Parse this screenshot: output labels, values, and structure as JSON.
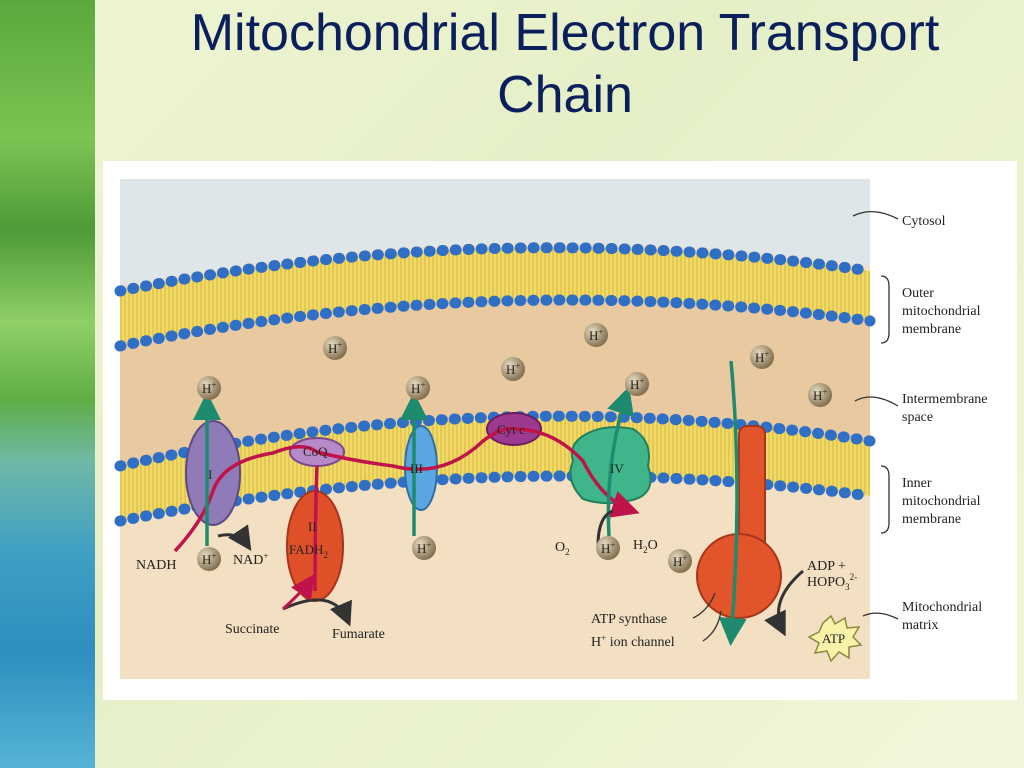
{
  "slide": {
    "title_line1": "Mitochondrial Electron Transport",
    "title_line2": "Chain"
  },
  "diagram": {
    "side_labels": {
      "cytosol": "Cytosol",
      "outer_1": "Outer",
      "outer_2": "mitochondrial",
      "outer_3": "membrane",
      "inter_1": "Intermembrane",
      "inter_2": "space",
      "inner_1": "Inner",
      "inner_2": "mitochondrial",
      "inner_3": "membrane",
      "matrix_1": "Mitochondrial",
      "matrix_2": "matrix"
    },
    "complexes": {
      "c1": "I",
      "c2": "II",
      "c3": "III",
      "c4": "IV",
      "coq": "CoQ",
      "cytc": "Cyt c",
      "fadh": "FADH",
      "fadh_sub": "2"
    },
    "proton": "H",
    "proton_sup": "+",
    "matrix_labels": {
      "nadh": "NADH",
      "nad": "NAD",
      "nad_sup": "+",
      "o2": "O",
      "o2_sub": "2",
      "h2o_h": "H",
      "h2o_sub": "2",
      "h2o_o": "O",
      "succinate": "Succinate",
      "fumarate": "Fumarate",
      "adp_1": "ADP +",
      "adp_2": "HOPO",
      "adp_sub": "3",
      "adp_sup": "2-",
      "atp": "ATP",
      "synthase": "ATP synthase",
      "channel_h": "H",
      "channel_sup": "+",
      "channel_rest": " ion channel"
    },
    "colors": {
      "membrane_lipid": "#f2d96a",
      "head_group": "#2f6fc6",
      "electron_path": "#c0134a",
      "proton_path": "#1e8a6e",
      "complex1": "#8e7bb8",
      "complex2": "#e0512a",
      "complex3": "#5aa6e0",
      "complex4": "#3fb58c",
      "cytc": "#9b3a8e",
      "synthase": "#e2552a",
      "intermembrane": "#e8c9a0",
      "matrix": "#f3dfc2",
      "cytosol": "#dfe6ea"
    }
  }
}
